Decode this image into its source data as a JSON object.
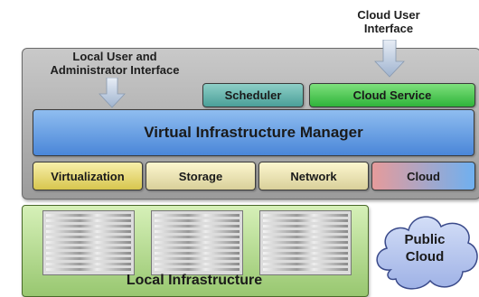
{
  "top_labels": {
    "cloud_user_line1": "Cloud User",
    "cloud_user_line2": "Interface",
    "local_user_line1": "Local User and",
    "local_user_line2": "Administrator Interface"
  },
  "components": {
    "scheduler": "Scheduler",
    "cloud_service": "Cloud Service",
    "vim": "Virtual Infrastructure Manager",
    "virtualization": "Virtualization",
    "storage": "Storage",
    "network": "Network",
    "cloud": "Cloud"
  },
  "local_infrastructure": {
    "label": "Local Infrastructure"
  },
  "public_cloud": {
    "line1": "Public",
    "line2": "Cloud"
  }
}
